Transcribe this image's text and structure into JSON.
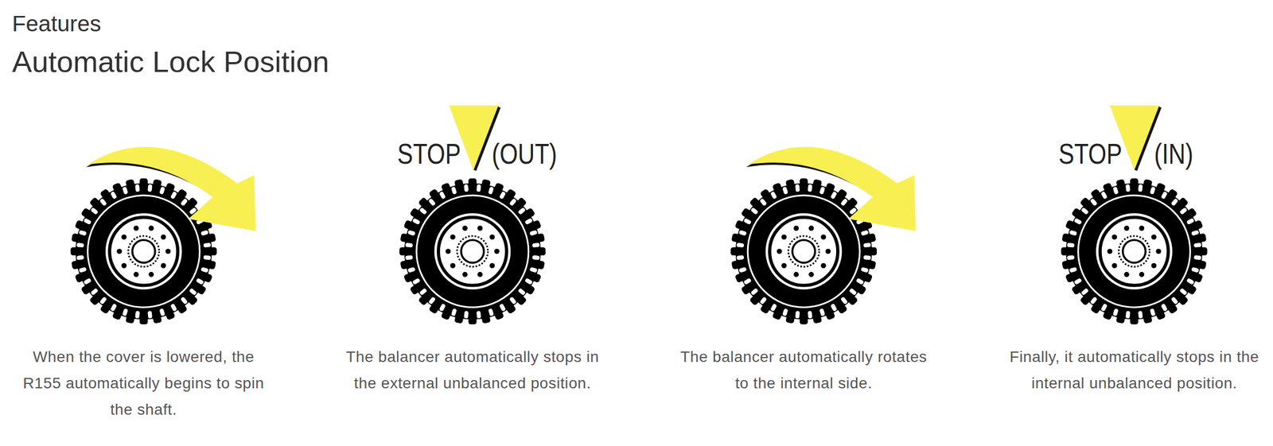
{
  "diagram": {
    "title": "Automatic Lock Position",
    "labels": [
      "Features",
      "STOP",
      "(OUT)",
      "STOP",
      "(IN)",
      "When the cover is lowered, the R155 automatically begins to spin the shaft.",
      "The balancer automatically stops in the external unbalanced position.",
      "The balancer automatically rotates to the internal side.",
      "Finally, it automatically stops in the internal unbalanced position."
    ]
  }
}
